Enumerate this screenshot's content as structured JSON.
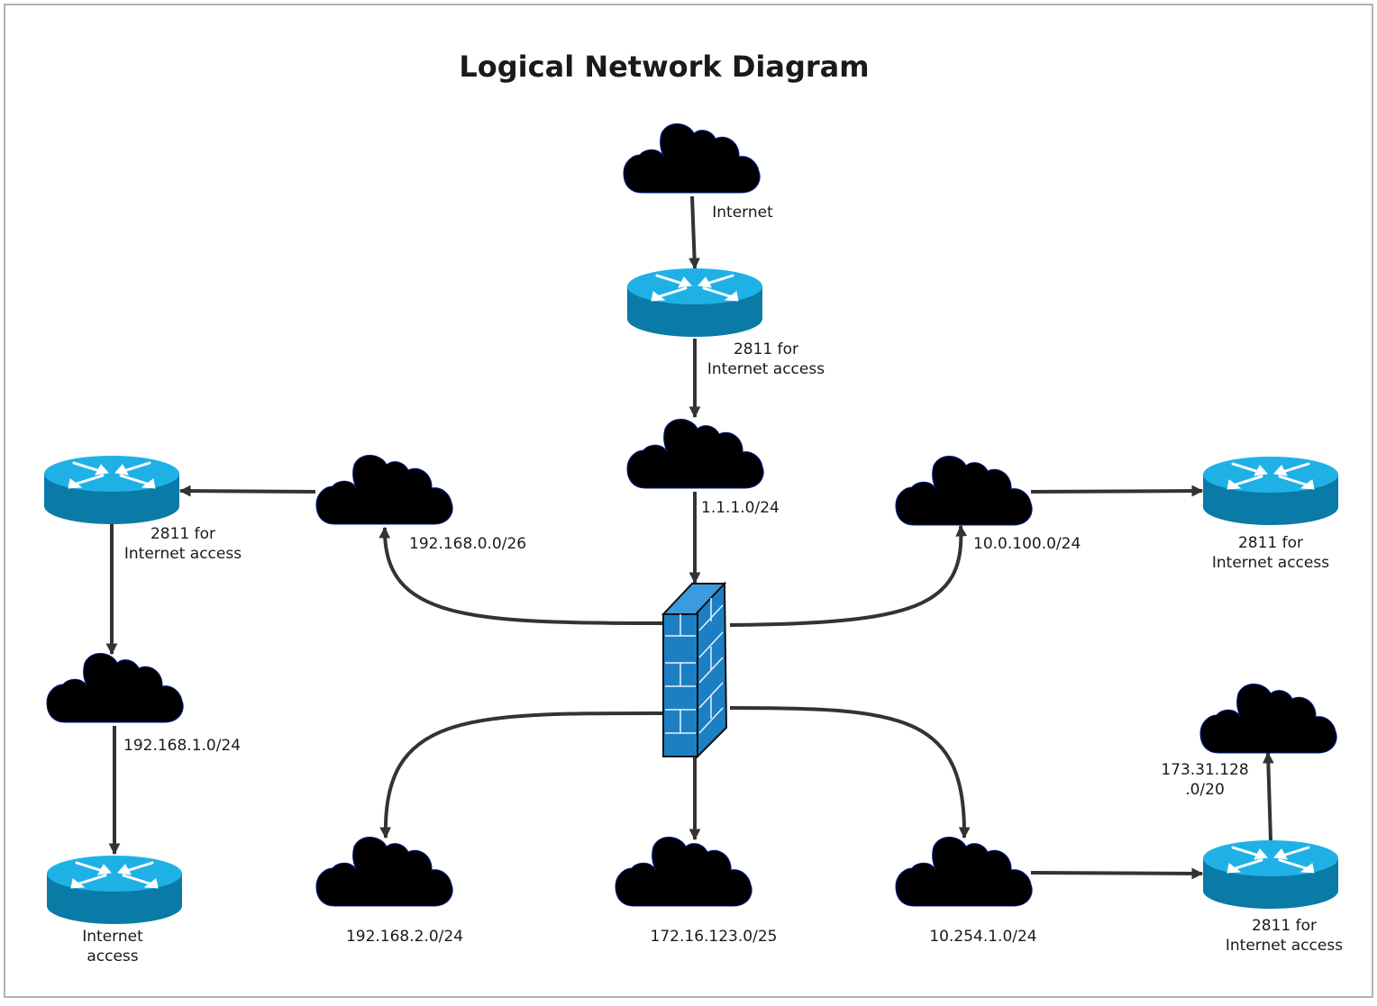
{
  "title": "Logical Network Diagram",
  "colors": {
    "cloud_stroke": "#001a8c",
    "router_top": "#1fb1e6",
    "router_side": "#0a7aa6",
    "firewall": "#1d7fc3",
    "connector": "#333333",
    "border": "#9a9a9a"
  },
  "icons": [
    "cloud-icon",
    "router-icon",
    "firewall-icon"
  ],
  "labels": {
    "internet": "Internet",
    "router_top": [
      "2811 for",
      "Internet access"
    ],
    "net_1_1_1": "1.1.1.0/24",
    "net_192_168_0": "192.168.0.0/26",
    "router_left": [
      "2811 for",
      "Internet access"
    ],
    "net_192_168_1": "192.168.1.0/24",
    "router_bottom_left": [
      "Internet",
      "access"
    ],
    "net_10_0_100": "10.0.100.0/24",
    "router_right": [
      "2811 for",
      "Internet access"
    ],
    "net_192_168_2": "192.168.2.0/24",
    "net_172_16_123": "172.16.123.0/25",
    "net_10_254_1": "10.254.1.0/24",
    "net_173_31_128": [
      "173.31.128",
      ".0/20"
    ],
    "router_bottom_right": [
      "2811 for",
      "Internet access"
    ]
  }
}
